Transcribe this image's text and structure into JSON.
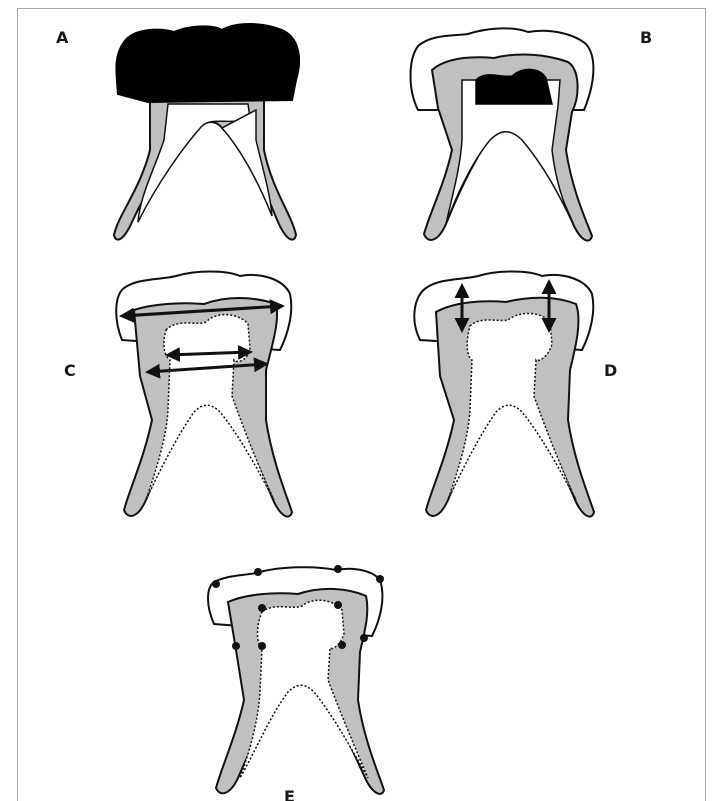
{
  "panels": [
    {
      "id": "A",
      "label": "A"
    },
    {
      "id": "B",
      "label": "B"
    },
    {
      "id": "C",
      "label": "C"
    },
    {
      "id": "D",
      "label": "D"
    },
    {
      "id": "E",
      "label": "E"
    }
  ],
  "colors": {
    "enamel": "#ffffff",
    "dentin": "#c0c0c0",
    "pulp": "#ffffff",
    "caries": "#000000",
    "outline": "#111111",
    "frame": "#aaaaaa"
  }
}
